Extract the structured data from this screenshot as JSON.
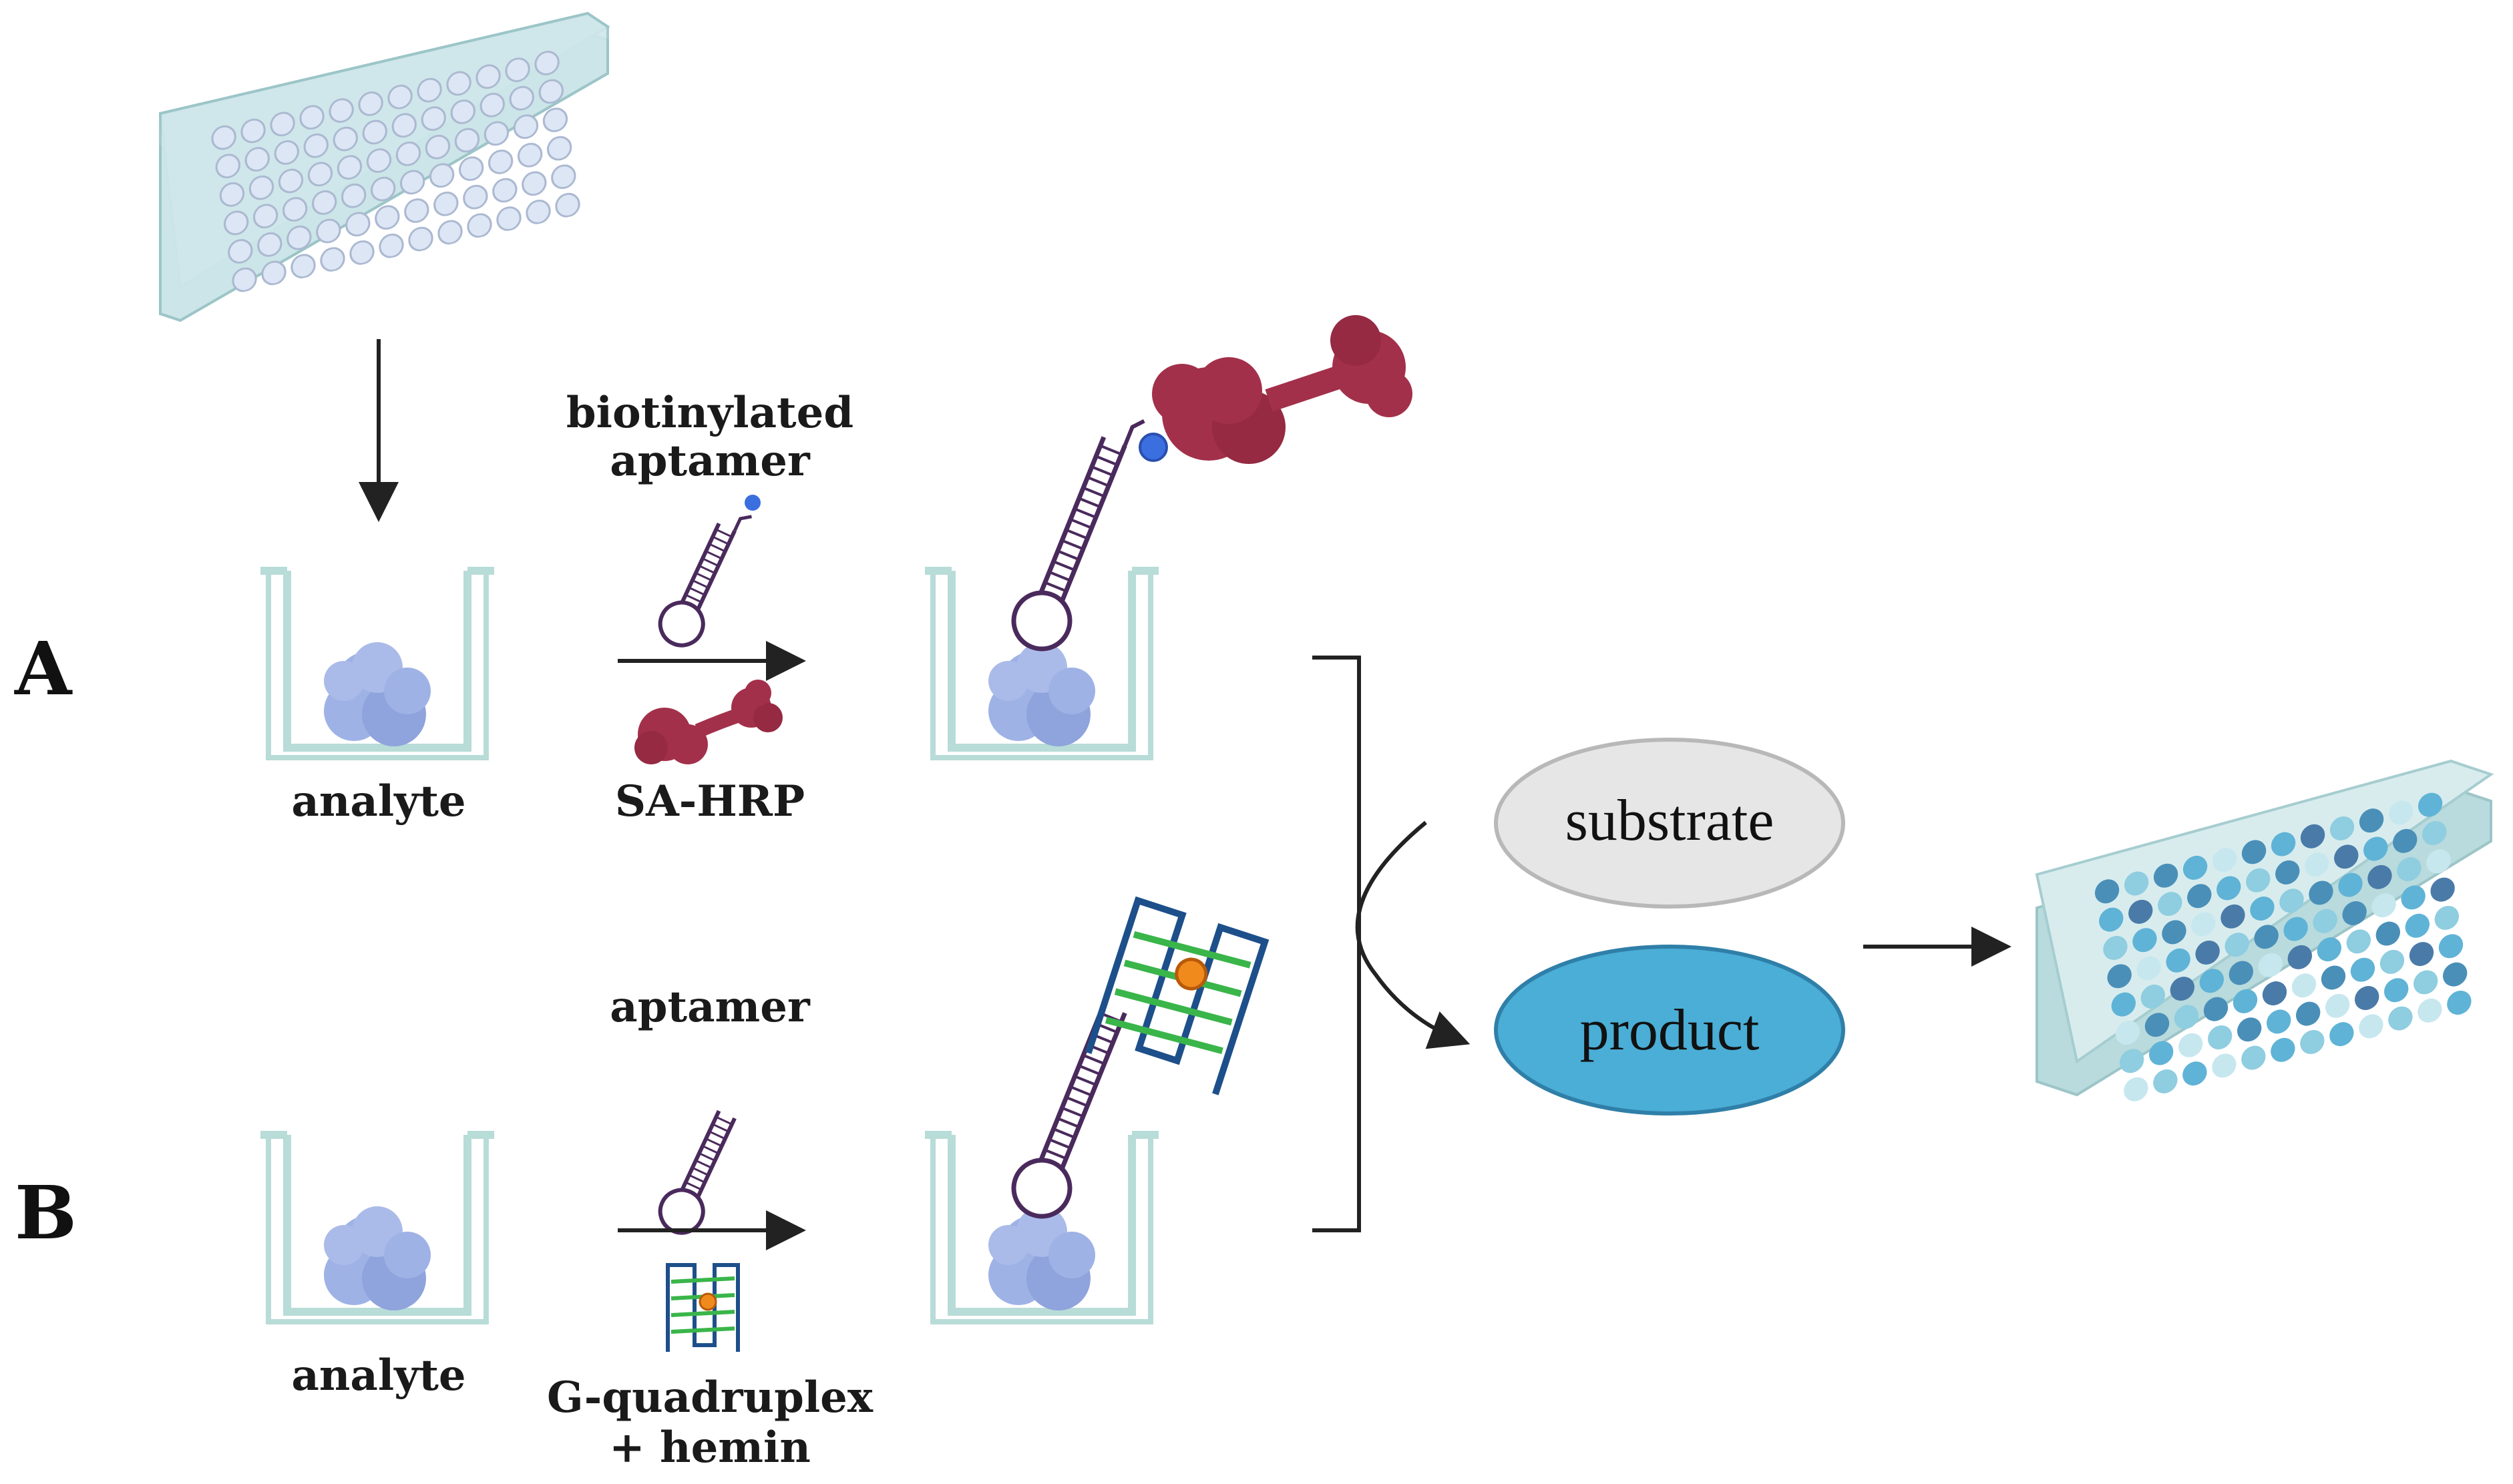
{
  "panels": {
    "a": {
      "letter": "A"
    },
    "b": {
      "letter": "B"
    }
  },
  "labels": {
    "analyte_a": "analyte",
    "analyte_b": "analyte",
    "biotinylated_aptamer_line1": "biotinylated",
    "biotinylated_aptamer_line2": "aptamer",
    "sa_hrp": "SA-HRP",
    "aptamer_b": "aptamer",
    "gquad_line1": "G-quadruplex",
    "gquad_line2": "+ hemin"
  },
  "reaction": {
    "substrate": "substrate",
    "product": "product"
  },
  "colors": {
    "protein": "#9fb2e6",
    "hrp": "#a3304a",
    "aptamer": "#4a2a5c",
    "biotin": "#3b6fe0",
    "gquad_green": "#3ab54a",
    "gquad_blue": "#1d4f8a",
    "hemin": "#f08a1c",
    "substrate_fill": "#e6e6e6",
    "product_fill": "#4aaed6",
    "plate_fill": "#cfe7ea",
    "well_stroke": "#b8dcd8"
  }
}
